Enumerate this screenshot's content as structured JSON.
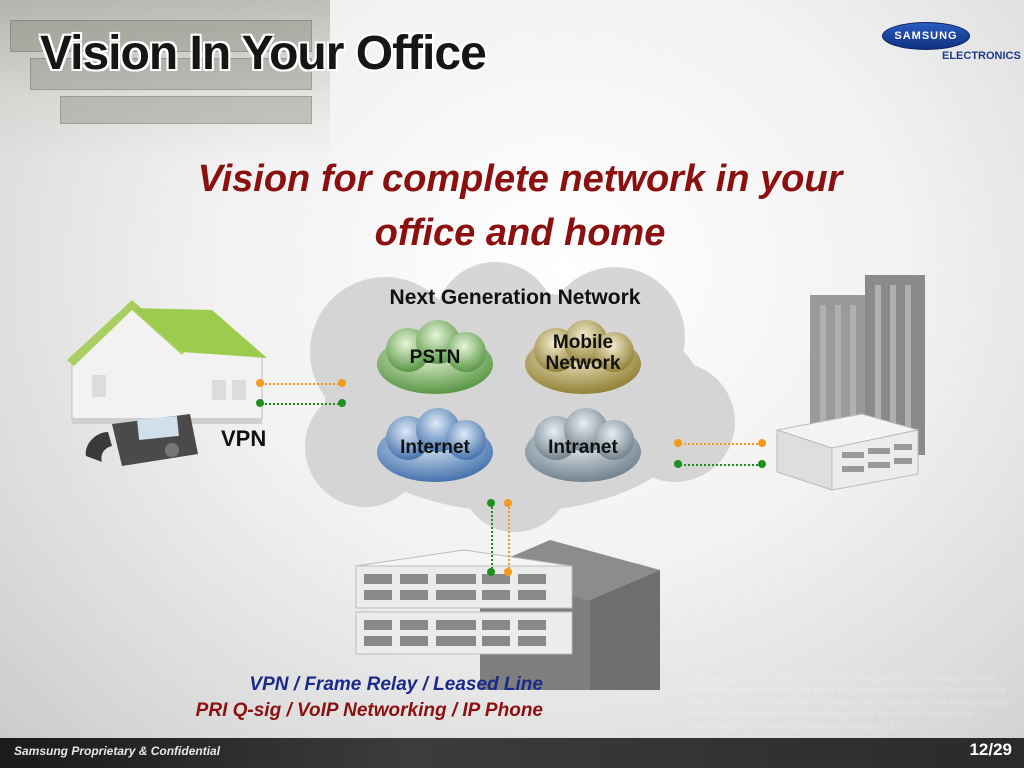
{
  "slide": {
    "title": "Vision In Your Office",
    "headline_line1": "Vision for complete network in your",
    "headline_line2": "office and home"
  },
  "logo": {
    "brand": "SAMSUNG",
    "sub": "ELECTRONICS"
  },
  "network": {
    "label": "Next Generation Network",
    "clouds": [
      {
        "id": "pstn",
        "label": "PSTN",
        "color": "#4f8f3a"
      },
      {
        "id": "mobile",
        "label_line1": "Mobile",
        "label_line2": "Network",
        "color": "#8a7a2a"
      },
      {
        "id": "internet",
        "label": "Internet",
        "color": "#3a6aa8"
      },
      {
        "id": "intranet",
        "label": "Intranet",
        "color": "#6a7a86"
      }
    ]
  },
  "vpn_label": "VPN",
  "bottom": {
    "line1": "VPN / Frame Relay / Leased Line",
    "line2": "PRI Q-sig / VoIP Networking / IP Phone",
    "line1_color": "#1a2a8a",
    "line2_color": "#8b1010"
  },
  "link_colors": {
    "orange": "#f39a1e",
    "green": "#1f8f1f"
  },
  "footer": {
    "text": "Samsung Proprietary & Confidential",
    "page": "12/29"
  },
  "watermark_text": "The next generation of IP platform is the OfficeServ 7200, providing IP based wired and wireless solution for voice and data communication. OfficeServ is the ideal solution for the future and the present office because it can simultaneously support both traditional circuit switching based voice and IP based data communication and wireless solutions through WLAN."
}
